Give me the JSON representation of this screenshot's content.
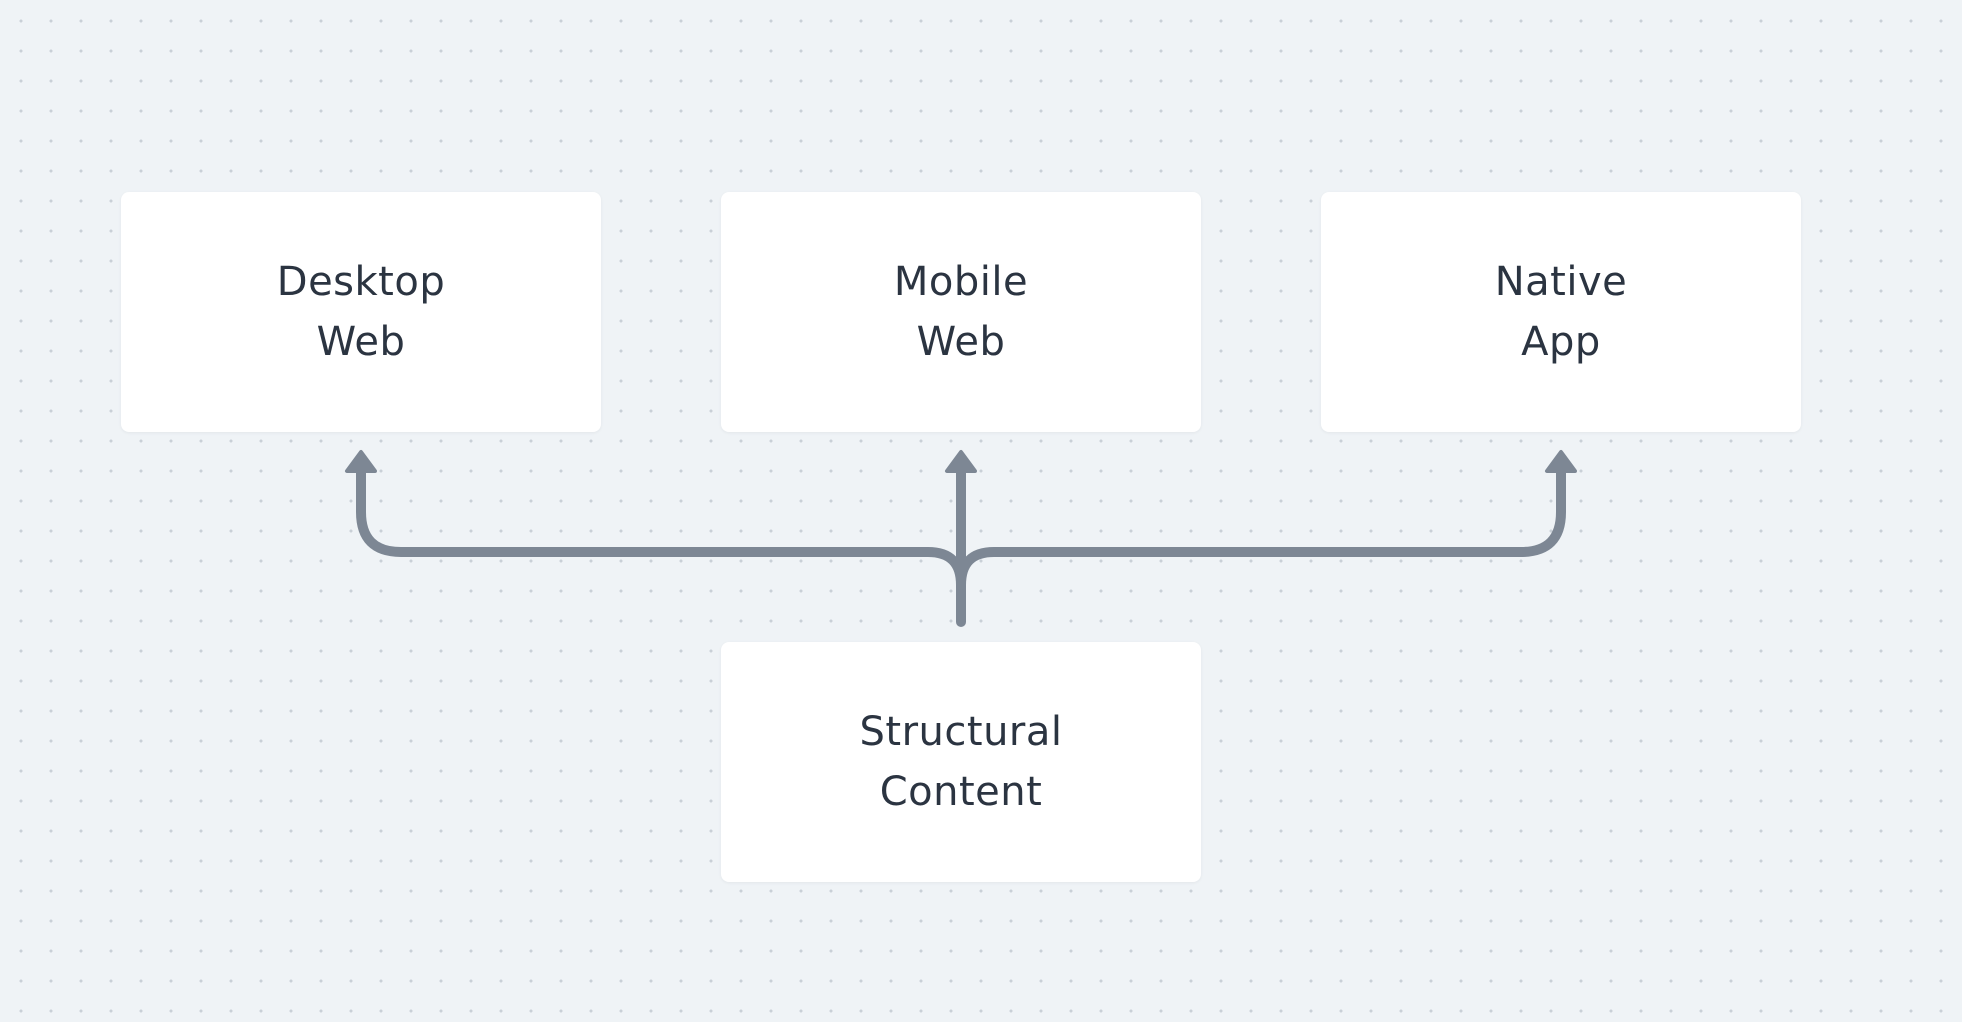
{
  "diagram": {
    "targets": [
      {
        "id": "desktop",
        "line1": "Desktop",
        "line2": "Web"
      },
      {
        "id": "mobile",
        "line1": "Mobile",
        "line2": "Web"
      },
      {
        "id": "native",
        "line1": "Native",
        "line2": "App"
      }
    ],
    "source": {
      "line1": "Structural",
      "line2": "Content"
    }
  },
  "colors": {
    "background": "#eff3f6",
    "grid_dot": "#c9d0d7",
    "card": "#ffffff",
    "text": "#2b3441",
    "connector": "#7d8794"
  }
}
